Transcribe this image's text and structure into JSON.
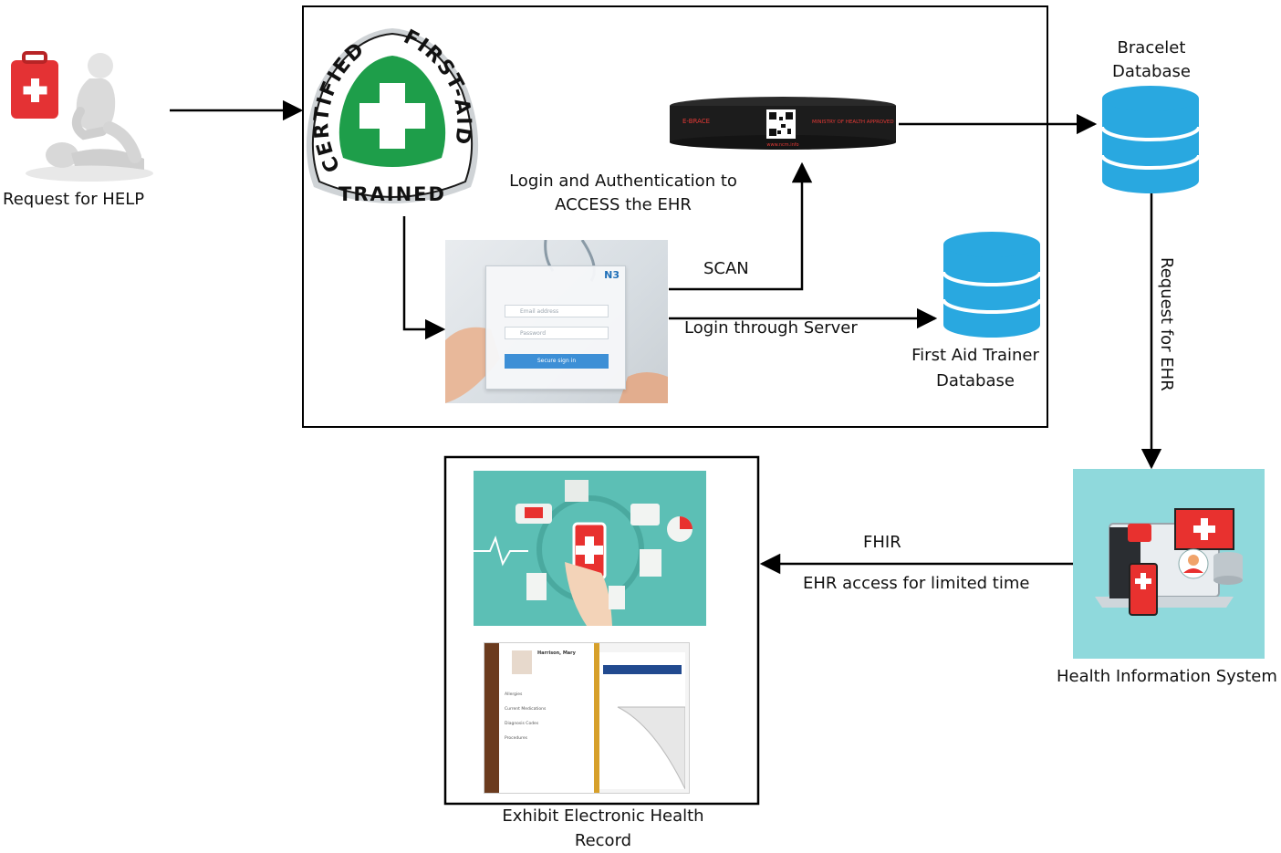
{
  "labels": {
    "request_help": "Request for HELP",
    "login_auth_line1": "Login and Authentication to",
    "login_auth_line2": "ACCESS the EHR",
    "scan": "SCAN",
    "login_server": "Login through Server",
    "trainer_db_line1": "First Aid Trainer",
    "trainer_db_line2": "Database",
    "bracelet_db_line1": "Bracelet",
    "bracelet_db_line2": "Database",
    "request_ehr": "Request for EHR",
    "fhir": "FHIR",
    "ehr_access": "EHR access for limited time",
    "his": "Health Information System",
    "exhibit_line1": "Exhibit Electronic Health",
    "exhibit_line2": "Record"
  },
  "badge": {
    "left": "CERTIFIED",
    "right": "FIRST-AID",
    "bottom": "TRAINED"
  },
  "bracelet": {
    "brand": "E-BRACE",
    "approval": "MINISTRY OF HEALTH APPROVED",
    "url": "www.ncm.info"
  },
  "login_screen": {
    "logo": "N3",
    "email_placeholder": "Email address",
    "password_placeholder": "Password",
    "button": "Secure sign in"
  },
  "ehr_tablet": {
    "patient_name": "Harrison, Mary",
    "sections": [
      "Allergies",
      "Current Medications",
      "Diagnosis Codes",
      "Procedures"
    ]
  },
  "colors": {
    "arrow": "#000000",
    "database": "#29a8e0",
    "badge_green": "#1e9e4a",
    "medical_red": "#e8312f",
    "teal_bg": "#5cbfb5",
    "his_bg": "#8fd9dc"
  }
}
